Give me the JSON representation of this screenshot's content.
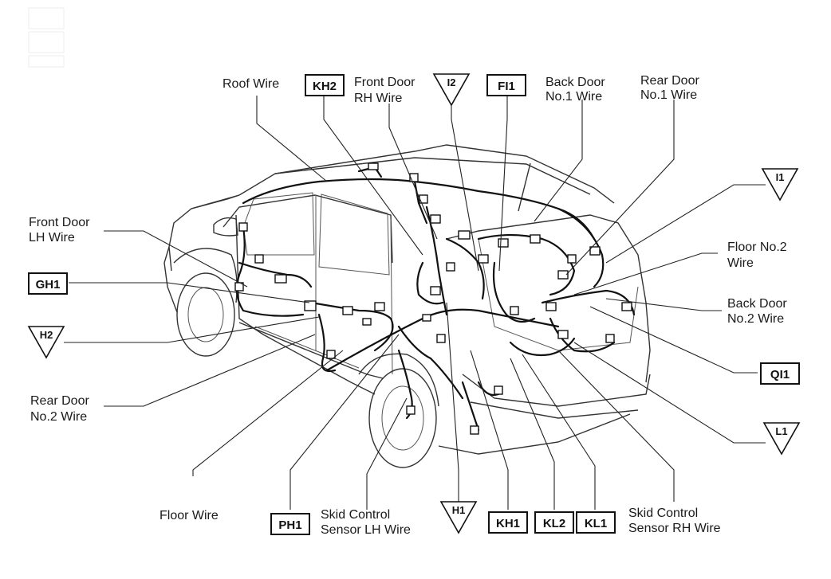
{
  "labels": {
    "roof_wire": "Roof Wire",
    "front_door_rh_wire_1": "Front Door",
    "front_door_rh_wire_2": "RH Wire",
    "back_door_no1_wire_1": "Back Door",
    "back_door_no1_wire_2": "No.1 Wire",
    "rear_door_no1_wire_1": "Rear Door",
    "rear_door_no1_wire_2": "No.1 Wire",
    "front_door_lh_wire_1": "Front Door",
    "front_door_lh_wire_2": "LH Wire",
    "floor_no2_wire_1": "Floor No.2",
    "floor_no2_wire_2": "Wire",
    "back_door_no2_wire_1": "Back Door",
    "back_door_no2_wire_2": "No.2 Wire",
    "rear_door_no2_wire_1": "Rear Door",
    "rear_door_no2_wire_2": "No.2 Wire",
    "floor_wire": "Floor Wire",
    "skid_lh_1": "Skid Control",
    "skid_lh_2": "Sensor LH Wire",
    "skid_rh_1": "Skid Control",
    "skid_rh_2": "Sensor RH Wire"
  },
  "connector_boxes": {
    "kh2": "KH2",
    "fi1": "FI1",
    "gh1": "GH1",
    "qi1": "QI1",
    "ph1": "PH1",
    "kh1": "KH1",
    "kl2": "KL2",
    "kl1": "KL1"
  },
  "ground_points": {
    "i2": "I2",
    "i1": "I1",
    "h2": "H2",
    "l1": "L1",
    "h1": "H1"
  }
}
